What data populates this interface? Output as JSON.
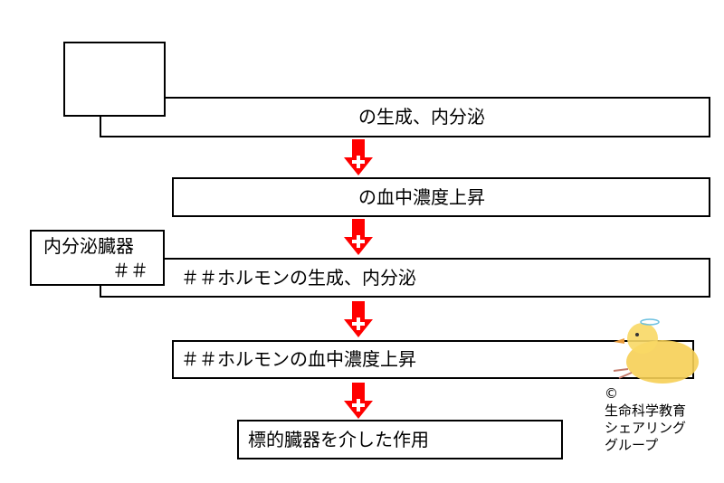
{
  "steps": {
    "row1_text": "の生成、内分泌",
    "row2_text": "の血中濃度上昇",
    "organ_label": "内分泌臓器",
    "organ_marks": "＃＃",
    "row3_text": "＃＃ホルモンの生成、内分泌",
    "row4_text": "＃＃ホルモンの血中濃度上昇",
    "row5_text": "標的臓器を介した作用"
  },
  "colors": {
    "arrow": "#ff0000",
    "border": "#000000"
  },
  "icons": {
    "arrow": "red-down-arrow-with-plus-icon",
    "mascot": "yellow-chick-icon"
  },
  "credit": {
    "copyright": "©",
    "line1": "生命科学教育",
    "line2": "シェアリング",
    "line3": "グループ"
  }
}
